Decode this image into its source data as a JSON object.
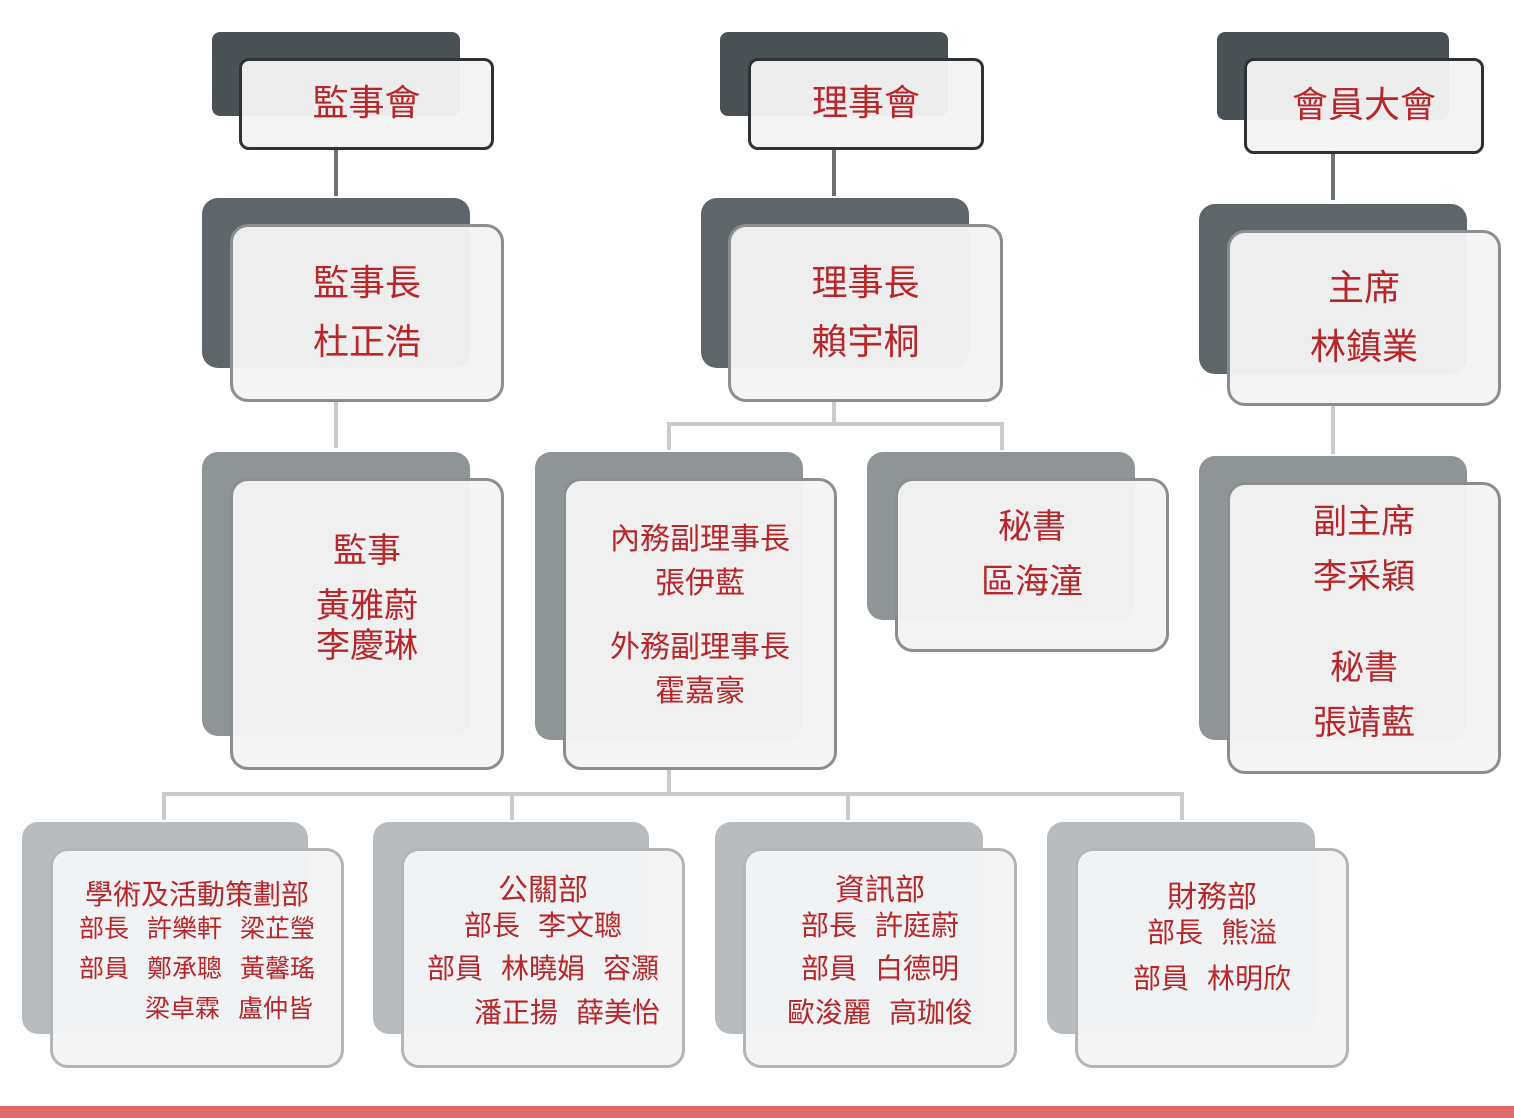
{
  "supervisory": {
    "council": "監事會",
    "chief_title": "監事長",
    "chief_name": "杜正浩",
    "member_title": "監事",
    "members": [
      "黃雅蔚",
      "李慶琳"
    ]
  },
  "board": {
    "council": "理事會",
    "chair_title": "理事長",
    "chair_name": "賴宇桐",
    "vice_internal_title": "內務副理事長",
    "vice_internal_name": "張伊藍",
    "vice_external_title": "外務副理事長",
    "vice_external_name": "霍嘉豪",
    "secretary_title": "秘書",
    "secretary_name": "區海潼"
  },
  "general_assembly": {
    "council": "會員大會",
    "chair_title": "主席",
    "chair_name": "林鎮業",
    "vice_title": "副主席",
    "vice_name": "李采穎",
    "secretary_title": "秘書",
    "secretary_name": "張靖藍"
  },
  "departments": [
    {
      "name": "學術及活動策劃部",
      "head_label": "部長",
      "heads": [
        "許樂軒",
        "梁芷瑩"
      ],
      "member_label": "部員",
      "members_row1": [
        "鄭承聰",
        "黃馨瑤"
      ],
      "members_row2": [
        "梁卓霖",
        "盧仲皆"
      ]
    },
    {
      "name": "公關部",
      "head_label": "部長",
      "heads": [
        "李文聰"
      ],
      "member_label": "部員",
      "members_row1": [
        "林曉娟",
        "容灝"
      ],
      "members_row2": [
        "潘正揚",
        "薛美怡"
      ]
    },
    {
      "name": "資訊部",
      "head_label": "部長",
      "heads": [
        "許庭蔚"
      ],
      "member_label": "部員",
      "members_row1": [
        "白德明"
      ],
      "members_row2": [
        "歐浚麗",
        "高珈俊"
      ]
    },
    {
      "name": "財務部",
      "head_label": "部長",
      "heads": [
        "熊溢"
      ],
      "member_label": "部員",
      "members_row1": [
        "林明欣"
      ],
      "members_row2": []
    }
  ]
}
